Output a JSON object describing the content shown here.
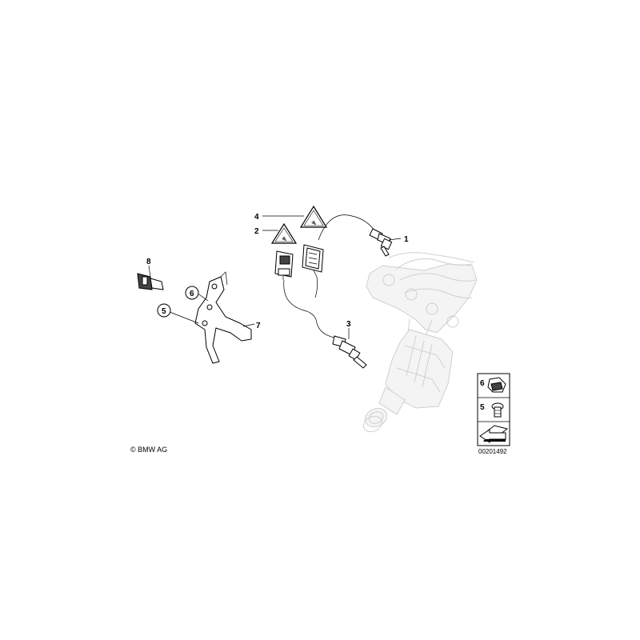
{
  "callouts": {
    "c1": "1",
    "c2": "2",
    "c3": "3",
    "c4": "4",
    "c5": "5",
    "c6": "6",
    "c7": "7",
    "c8": "8"
  },
  "legend": {
    "item_6": "6",
    "item_5": "5"
  },
  "copyright": "© BMW AG",
  "diagram_code": "00201492"
}
